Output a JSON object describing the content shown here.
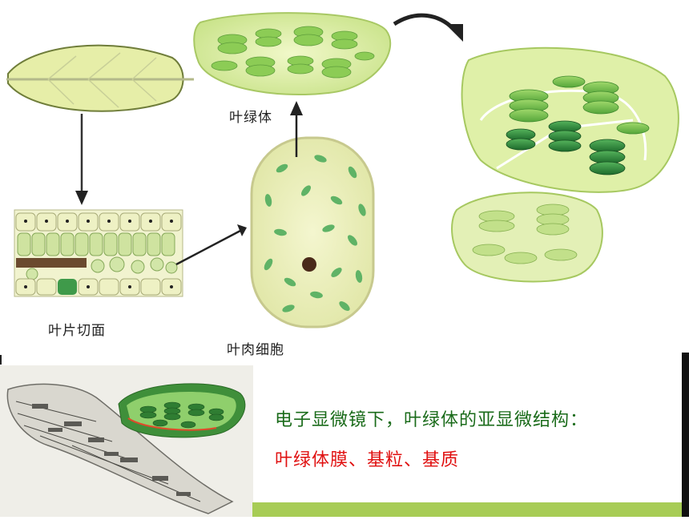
{
  "labels": {
    "chloroplast": "叶绿体",
    "leaf_section": "叶片切面",
    "mesophyll_cell": "叶肉细胞"
  },
  "caption": {
    "line1": "电子显微镜下，叶绿体的亚显微结构：",
    "line2": "叶绿体膜、基粒、基质"
  },
  "colors": {
    "caption_line1": "#1a6b1a",
    "caption_line2": "#e01010",
    "leaf_fill": "#e3eda6",
    "chloroplast_fill": "#d9eea0",
    "grana": "#7cc44e",
    "accent_bar": "#a7cc55"
  }
}
